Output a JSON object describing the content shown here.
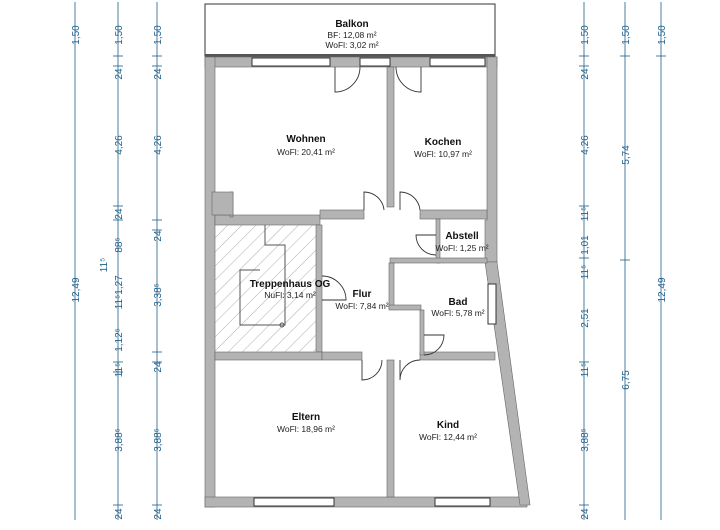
{
  "colors": {
    "wall": "#b3b3b3",
    "dim": "#1f5f8a",
    "window": "#444444"
  },
  "rooms": [
    {
      "id": "balkon",
      "name": "Balkon",
      "line1": "BF: 12,08 m²",
      "line2": "WoFl: 3,02 m²"
    },
    {
      "id": "wohnen",
      "name": "Wohnen",
      "line1": "WoFl: 20,41 m²"
    },
    {
      "id": "kochen",
      "name": "Kochen",
      "line1": "WoFl: 10,97 m²"
    },
    {
      "id": "abstell",
      "name": "Abstell",
      "line1": "WoFl: 1,25 m²"
    },
    {
      "id": "treppe",
      "name": "Treppenhaus OG",
      "line1": "NuFl: 3,14 m²"
    },
    {
      "id": "flur",
      "name": "Flur",
      "line1": "WoFl: 7,84 m²"
    },
    {
      "id": "bad",
      "name": "Bad",
      "line1": "WoFl: 5,78 m²"
    },
    {
      "id": "eltern",
      "name": "Eltern",
      "line1": "WoFl: 18,96 m²"
    },
    {
      "id": "kind",
      "name": "Kind",
      "line1": "WoFl: 12,44 m²"
    }
  ],
  "dimensions": {
    "col1": [
      "1,50",
      "12,49"
    ],
    "col2": [
      "1,50",
      "24",
      "4,26",
      "24",
      "88⁵",
      "1,27",
      "1,12⁵",
      "11⁵",
      "24",
      "3,88⁵",
      "24"
    ],
    "col2b": [
      "11⁵",
      "11⁵"
    ],
    "col3": [
      "1,50",
      "24",
      "4,26",
      "24",
      "3,38⁵",
      "24",
      "3,88⁵",
      "24"
    ],
    "col4": [
      "1,50",
      "24",
      "4,26",
      "11⁵",
      "1,01",
      "11⁵",
      "2,51",
      "11⁵",
      "3,88⁵",
      "24"
    ],
    "col5": [
      "1,50",
      "5,74",
      "6,75"
    ],
    "col6": [
      "1,50",
      "12,49"
    ]
  }
}
